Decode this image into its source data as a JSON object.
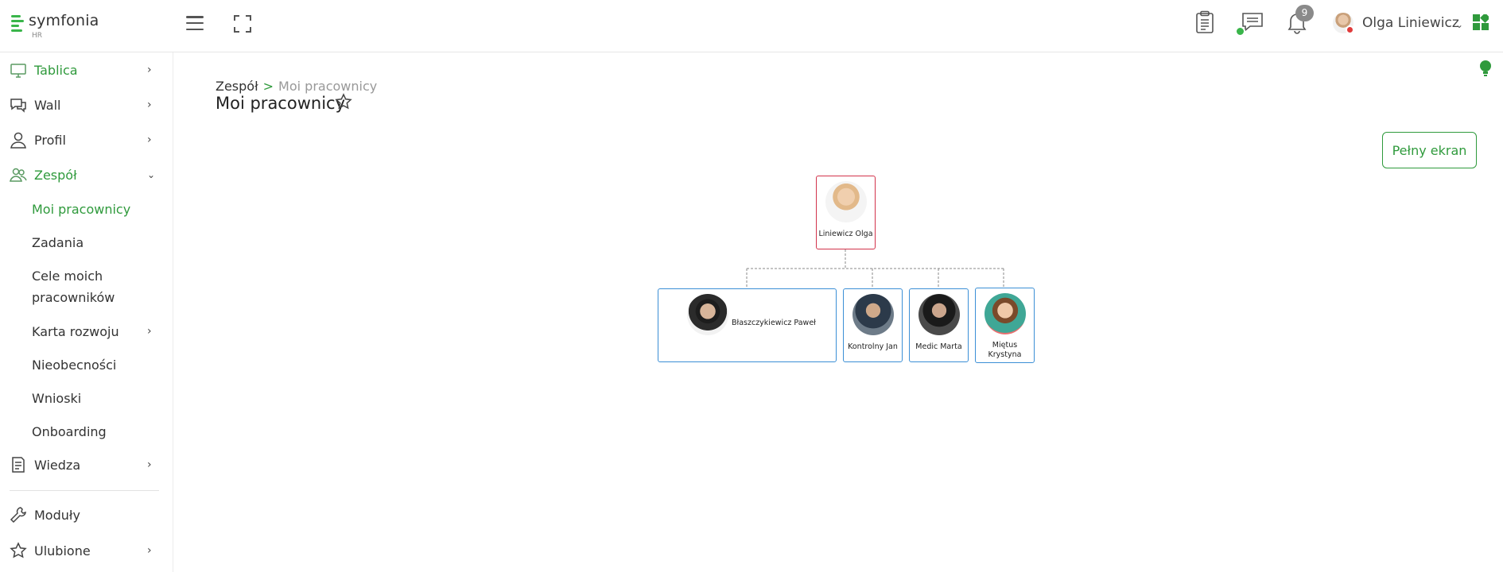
{
  "app": {
    "brand": "symfonia",
    "brand_sub": "HR"
  },
  "topbar": {
    "notifications_count": "9",
    "user_name": "Olga Liniewicz",
    "icons": [
      "menu-icon",
      "fullscreen-icon",
      "clipboard-icon",
      "chat-icon",
      "bell-icon",
      "apps-grid-icon"
    ]
  },
  "sidebar": {
    "items": [
      {
        "label": "Tablica",
        "icon": "desktop-icon"
      },
      {
        "label": "Wall",
        "icon": "chat-bubbles-icon"
      },
      {
        "label": "Profil",
        "icon": "user-icon"
      },
      {
        "label": "Zespół",
        "icon": "team-icon"
      },
      {
        "label": "Wiedza",
        "icon": "document-icon"
      },
      {
        "label": "Moduły",
        "icon": "wrench-icon"
      },
      {
        "label": "Ulubione",
        "icon": "star-icon"
      }
    ],
    "sub_items": [
      {
        "label": "Moi pracownicy"
      },
      {
        "label": "Zadania"
      },
      {
        "label": "Cele moich pracowników"
      },
      {
        "label": "Karta rozwoju"
      },
      {
        "label": "Nieobecności"
      },
      {
        "label": "Wnioski"
      },
      {
        "label": "Onboarding"
      }
    ]
  },
  "main": {
    "breadcrumb": {
      "parent": "Zespół",
      "separator": ">",
      "current": "Moi pracownicy"
    },
    "title": "Moi pracownicy",
    "fullscreen_button": "Pełny ekran"
  },
  "org_chart": {
    "root": {
      "name": "Liniewicz Olga"
    },
    "children": [
      {
        "name": "Błaszczykiewicz Paweł"
      },
      {
        "name": "Kontrolny Jan"
      },
      {
        "name": "Medic Marta"
      },
      {
        "name": "Miętus Krystyna"
      }
    ]
  },
  "colors": {
    "accent": "#2f9a3c",
    "root_border": "#d2334b",
    "child_border": "#3b8fd6",
    "badge": "#8a8a8a"
  }
}
